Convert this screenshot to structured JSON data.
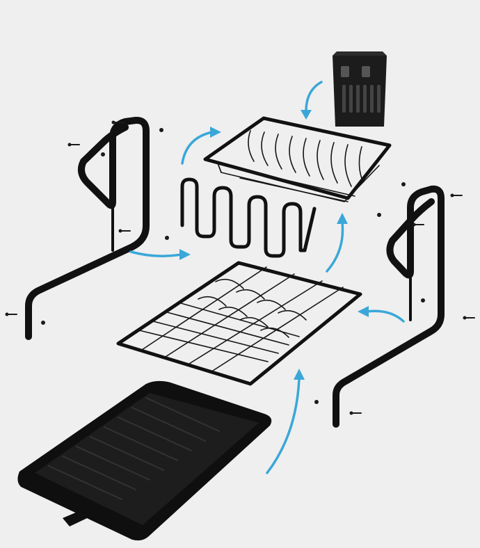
{
  "scene": {
    "background": "#efefef",
    "part_color": "#111111",
    "arrow_color": "#3aa7d8",
    "parts": [
      "left-side-frame",
      "right-side-frame",
      "upper-basket",
      "cup-hooks",
      "utensil-holder",
      "plate-rack",
      "drip-tray"
    ]
  }
}
